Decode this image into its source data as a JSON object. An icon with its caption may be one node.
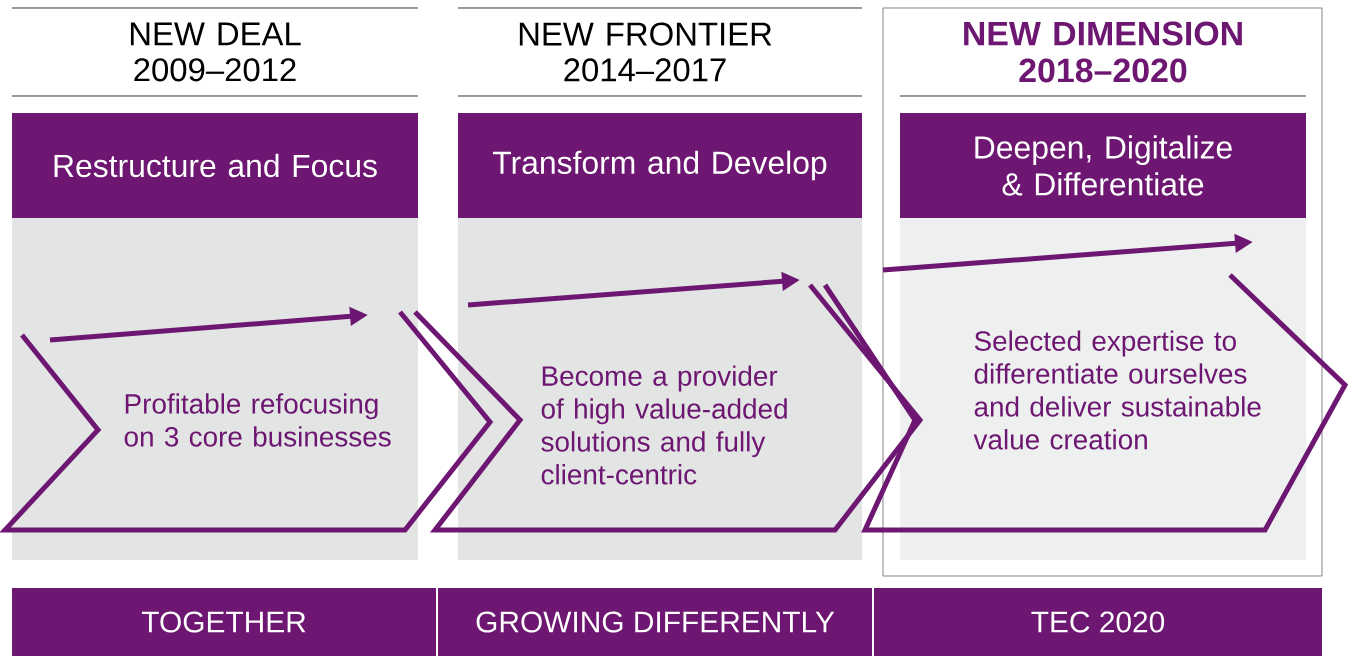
{
  "diagram": {
    "nodes": [
      {
        "text": [
          "Restructure and Focus"
        ]
      },
      {
        "text": [
          "Transform and Develop"
        ]
      },
      {
        "text": [
          "Deepen, Digitalize & Differentiate"
        ]
      },
      {
        "text": [
          "Profitable refocusing on 3 core businesses"
        ]
      },
      {
        "text": [
          "Become a provider of high value-added solutions and fully client-centric"
        ]
      },
      {
        "text": [
          "Selected expertise to differentiate ourselves and deliver sustainable value creation"
        ]
      },
      {
        "text": [
          "TOGETHER"
        ]
      },
      {
        "text": [
          "GROWING DIFFERENTLY"
        ]
      },
      {
        "text": [
          "TEC 2020"
        ]
      }
    ],
    "labels": [
      "NEW DEAL 2009–2012",
      "NEW FRONTIER 2014–2017",
      "NEW DIMENSION 2018–2020"
    ]
  }
}
